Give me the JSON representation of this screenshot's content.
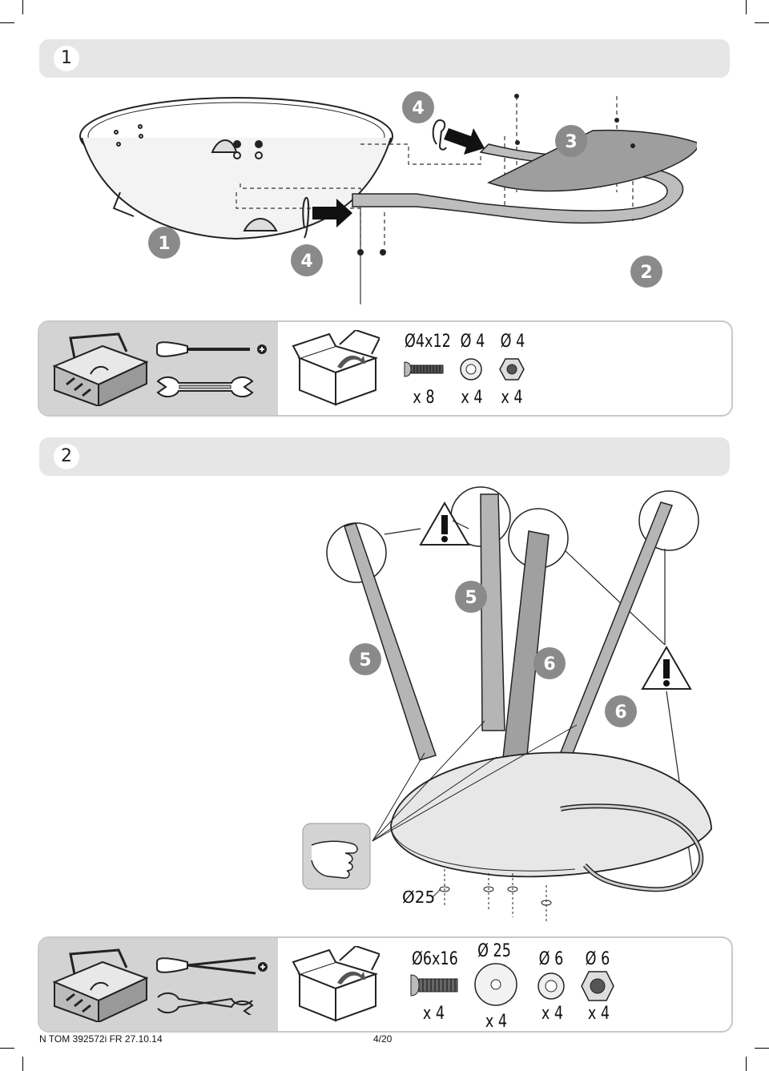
{
  "steps": [
    {
      "number": "1",
      "callouts": [
        "1",
        "2",
        "3",
        "4",
        "4"
      ],
      "parts": [
        {
          "size": "Ø4x12",
          "qty": "x 8",
          "icon": "screw-icon"
        },
        {
          "size": "Ø 4",
          "qty": "x 4",
          "icon": "washer-icon"
        },
        {
          "size": "Ø 4",
          "qty": "x 4",
          "icon": "nut-icon"
        }
      ]
    },
    {
      "number": "2",
      "callouts": [
        "5",
        "5",
        "6",
        "6"
      ],
      "washer_label": "Ø25",
      "parts": [
        {
          "size": "Ø6x16",
          "qty": "x 4",
          "icon": "screw-icon"
        },
        {
          "size": "Ø 25",
          "qty": "x 4",
          "icon": "large-washer-icon"
        },
        {
          "size": "Ø 6",
          "qty": "x 4",
          "icon": "washer-icon"
        },
        {
          "size": "Ø 6",
          "qty": "x 4",
          "icon": "nut-icon"
        }
      ]
    }
  ],
  "footer": {
    "doc_ref": "N TOM 392572i FR 27.10.14",
    "page": "4/20"
  },
  "colors": {
    "bar": "#e6e6e6",
    "tools": "#d3d3d3",
    "callout": "#8a8a8a"
  }
}
